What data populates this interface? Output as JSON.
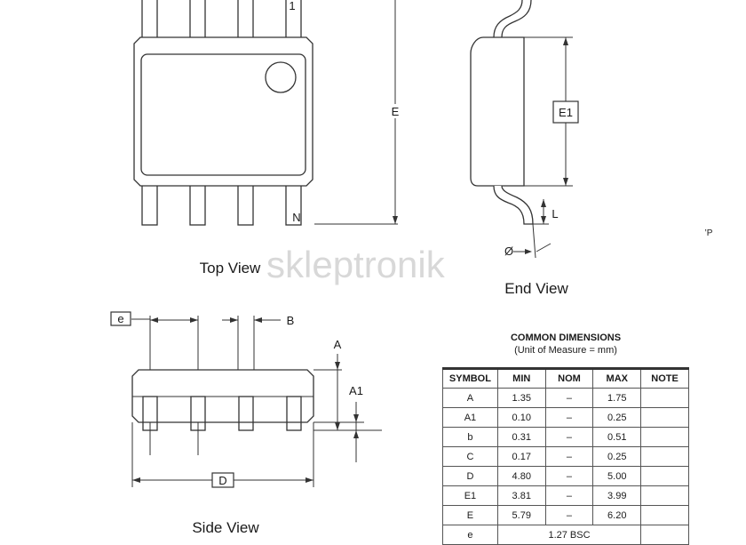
{
  "labels": {
    "pin_1": "1",
    "pin_n": "N",
    "dim_e_big": "E",
    "dim_e1": "E1",
    "dim_l": "L",
    "dim_phi": "Ø",
    "dim_e_small": "e",
    "dim_b": "B",
    "dim_a": "A",
    "dim_a1": "A1",
    "dim_d": "D",
    "stray_mark": "’P"
  },
  "views": {
    "top": "Top View",
    "end": "End View",
    "side": "Side View"
  },
  "watermark": "skleptronik",
  "table": {
    "title": "COMMON DIMENSIONS",
    "subtitle": "(Unit of Measure = mm)",
    "headers": [
      "SYMBOL",
      "MIN",
      "NOM",
      "MAX",
      "NOTE"
    ],
    "rows": [
      [
        "A",
        "1.35",
        "–",
        "1.75",
        ""
      ],
      [
        "A1",
        "0.10",
        "–",
        "0.25",
        ""
      ],
      [
        "b",
        "0.31",
        "–",
        "0.51",
        ""
      ],
      [
        "C",
        "0.17",
        "–",
        "0.25",
        ""
      ],
      [
        "D",
        "4.80",
        "–",
        "5.00",
        ""
      ],
      [
        "E1",
        "3.81",
        "–",
        "3.99",
        ""
      ],
      [
        "E",
        "5.79",
        "–",
        "6.20",
        ""
      ],
      [
        "e",
        "1.27 BSC",
        "",
        "",
        ""
      ]
    ]
  }
}
